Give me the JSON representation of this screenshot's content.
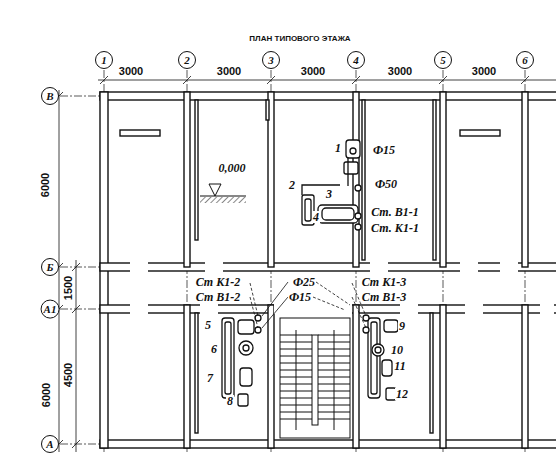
{
  "diagram": {
    "title": "ПЛАН ТИПОВОГО ЭТАЖА",
    "nodes": [
      {
        "text": [
          "1"
        ]
      },
      {
        "text": [
          "2"
        ]
      },
      {
        "text": [
          "3"
        ]
      },
      {
        "text": [
          "4"
        ]
      },
      {
        "text": [
          "5"
        ]
      },
      {
        "text": [
          "6"
        ]
      },
      {
        "text": [
          "В"
        ]
      },
      {
        "text": [
          "Б"
        ]
      },
      {
        "text": [
          "А1"
        ]
      },
      {
        "text": [
          "А"
        ]
      }
    ],
    "labels": [
      "3000",
      "3000",
      "3000",
      "3000",
      "3000",
      "6000",
      "1500",
      "4500",
      "6000",
      "0,000",
      "1",
      "Ф15",
      "2",
      "3",
      "Ф50",
      "4",
      "Ст. В1-1",
      "Ст. К1-1",
      "Ст К1-2",
      "Ст В1-2",
      "Ф25",
      "Ф15",
      "Ст К1-3",
      "Ст В1-3",
      "5",
      "6",
      "7",
      "8",
      "9",
      "10",
      "11",
      "12"
    ]
  }
}
